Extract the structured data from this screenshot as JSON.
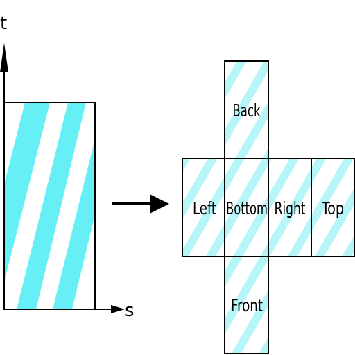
{
  "axes": {
    "vertical_label": "t",
    "horizontal_label": "s"
  },
  "faces": {
    "back": "Back",
    "left": "Left",
    "bottom": "Bottom",
    "right": "Right",
    "top": "Top",
    "front": "Front"
  },
  "colors": {
    "stripe": "#66f0f5",
    "stripe_light": "#b6f6f8",
    "line": "#000000",
    "background": "#ffffff"
  }
}
